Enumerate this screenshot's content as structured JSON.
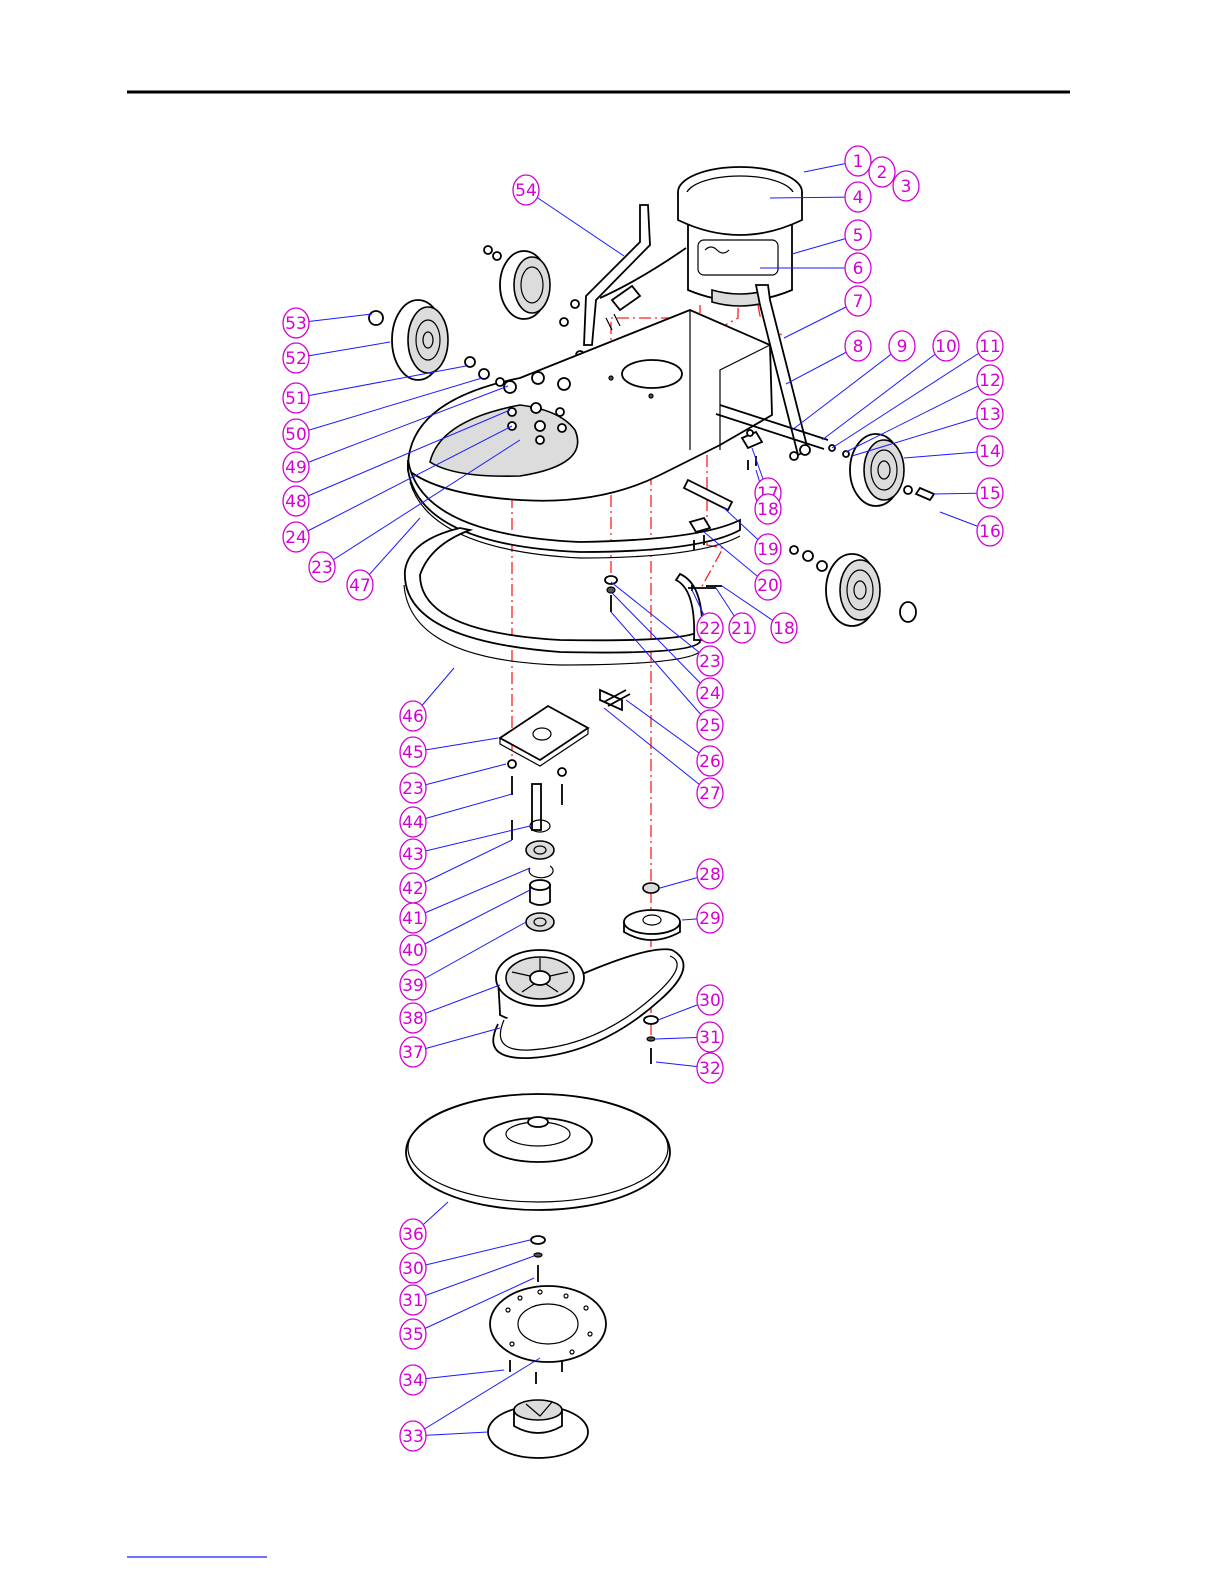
{
  "callouts": [
    {
      "num": "1"
    },
    {
      "num": "2"
    },
    {
      "num": "3"
    },
    {
      "num": "4"
    },
    {
      "num": "5"
    },
    {
      "num": "6"
    },
    {
      "num": "7"
    },
    {
      "num": "8"
    },
    {
      "num": "9"
    },
    {
      "num": "10"
    },
    {
      "num": "11"
    },
    {
      "num": "12"
    },
    {
      "num": "13"
    },
    {
      "num": "14"
    },
    {
      "num": "15"
    },
    {
      "num": "16"
    },
    {
      "num": "17"
    },
    {
      "num": "18"
    },
    {
      "num": "19"
    },
    {
      "num": "20"
    },
    {
      "num": "21"
    },
    {
      "num": "18"
    },
    {
      "num": "22"
    },
    {
      "num": "23"
    },
    {
      "num": "24"
    },
    {
      "num": "25"
    },
    {
      "num": "26"
    },
    {
      "num": "27"
    },
    {
      "num": "28"
    },
    {
      "num": "29"
    },
    {
      "num": "30"
    },
    {
      "num": "31"
    },
    {
      "num": "32"
    },
    {
      "num": "54"
    },
    {
      "num": "53"
    },
    {
      "num": "52"
    },
    {
      "num": "51"
    },
    {
      "num": "50"
    },
    {
      "num": "49"
    },
    {
      "num": "48"
    },
    {
      "num": "24"
    },
    {
      "num": "23"
    },
    {
      "num": "47"
    },
    {
      "num": "46"
    },
    {
      "num": "45"
    },
    {
      "num": "23"
    },
    {
      "num": "44"
    },
    {
      "num": "43"
    },
    {
      "num": "42"
    },
    {
      "num": "41"
    },
    {
      "num": "40"
    },
    {
      "num": "39"
    },
    {
      "num": "38"
    },
    {
      "num": "37"
    },
    {
      "num": "36"
    },
    {
      "num": "30"
    },
    {
      "num": "31"
    },
    {
      "num": "35"
    },
    {
      "num": "34"
    },
    {
      "num": "33"
    }
  ],
  "colors": {
    "callout": "#d400d4",
    "leader": "#1a1aff",
    "centerline": "#ff2020",
    "outline": "#000000"
  }
}
